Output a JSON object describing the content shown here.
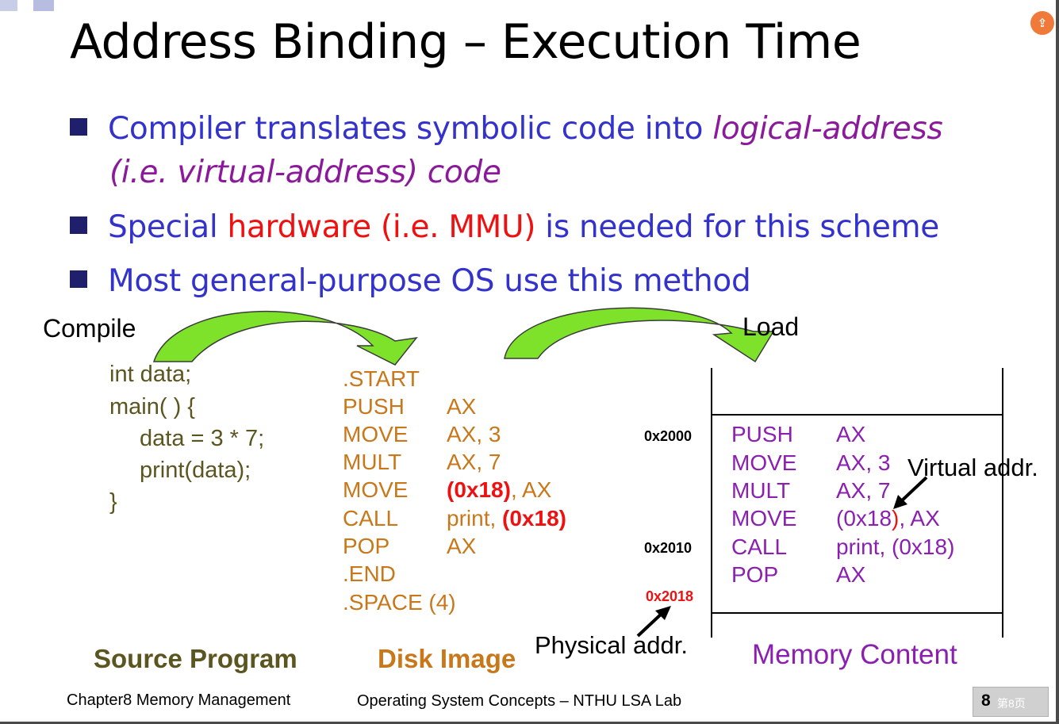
{
  "slide": {
    "title": "Address Binding – Execution Time",
    "bullets": [
      {
        "part1": "Compiler translates symbolic code into ",
        "part2": "logical-address",
        "line2": "(i.e. virtual-address) code"
      },
      {
        "part1": "Special ",
        "part2": "hardware (i.e. MMU)",
        "part3": " is needed for this scheme"
      },
      {
        "part1": "Most general-purpose OS use this method"
      }
    ]
  },
  "diagram": {
    "compile_label": "Compile",
    "load_label": "Load",
    "source_lines": [
      "int data;",
      "main( ) {",
      "data = 3 * 7;",
      "print(data);",
      "}"
    ],
    "disk": {
      "start": ".START",
      "rows": [
        {
          "op": "PUSH",
          "arg": "AX"
        },
        {
          "op": "MOVE",
          "arg": "AX, 3"
        },
        {
          "op": "MULT",
          "arg": "AX, 7"
        },
        {
          "op": "MOVE",
          "arg_red": "(0x18)",
          "arg_rest": ", AX"
        },
        {
          "op": "CALL",
          "arg_pre": "print, ",
          "arg_red": "(0x18)"
        },
        {
          "op": "POP",
          "arg": "AX"
        }
      ],
      "end": ".END",
      "space": ".SPACE (4)"
    },
    "memory": {
      "addr_top": "0x2000",
      "addr_mid": "0x2010",
      "addr_red": "0x2018",
      "rows": [
        {
          "op": "PUSH",
          "arg": "AX"
        },
        {
          "op": "MOVE",
          "arg": "AX, 3"
        },
        {
          "op": "MULT",
          "arg": "AX, 7"
        },
        {
          "op": "MOVE",
          "arg_pre": "(0x18",
          "arg_red": ")",
          "arg_rest": ", AX"
        },
        {
          "op": "CALL",
          "arg": "print, (0x18)"
        },
        {
          "op": "POP",
          "arg": "AX"
        }
      ]
    },
    "virtual_label": "Virtual addr.",
    "physical_label": "Physical addr.",
    "captions": {
      "source": "Source Program",
      "disk": "Disk Image",
      "memory": "Memory Content"
    },
    "colors": {
      "arrow_green": "#7fe22a",
      "source": "#5b5520",
      "disk": "#c8781a",
      "memory": "#8a1fb0"
    }
  },
  "footer": {
    "left": "Chapter8 Memory Management",
    "center": "Operating System Concepts – NTHU LSA Lab",
    "page_num": "8",
    "page_cn": "第8页"
  },
  "icons": {
    "corner": "share-icon"
  }
}
